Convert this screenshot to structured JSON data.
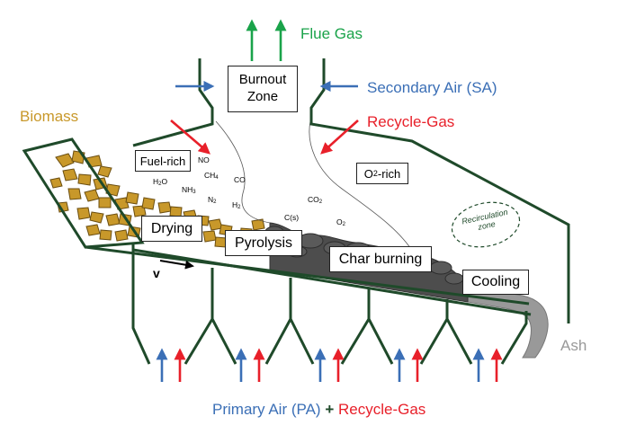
{
  "labels": {
    "flue_gas": "Flue Gas",
    "burnout_zone_line1": "Burnout",
    "burnout_zone_line2": "Zone",
    "secondary_air": "Secondary Air (SA)",
    "recycle_gas_top": "Recycle-Gas",
    "biomass": "Biomass",
    "fuel_rich": "Fuel-rich",
    "o2_rich_prefix": "O",
    "o2_rich_sub": "2",
    "o2_rich_suffix": "-rich",
    "recirculation_line1": "Recirculation",
    "recirculation_line2": "zone",
    "drying": "Drying",
    "pyrolysis": "Pyrolysis",
    "char_burning": "Char burning",
    "cooling": "Cooling",
    "velocity": "v",
    "ash": "Ash",
    "primary_air": "Primary Air (PA)",
    "plus": "+",
    "recycle_gas_bottom": "Recycle-Gas"
  },
  "species": {
    "no": "NO",
    "ch4": "CH",
    "ch4_sub": "4",
    "co": "CO",
    "h2o": "H",
    "h2o_sub": "2",
    "h2o_suffix": "O",
    "nh3": "NH",
    "nh3_sub": "3",
    "n2": "N",
    "n2_sub": "2",
    "h2": "H",
    "h2_sub": "2",
    "co2": "CO",
    "co2_sub": "2",
    "cs": "C(s)",
    "o2": "O",
    "o2_sub": "2"
  },
  "colors": {
    "flue_gas": "#1aa34a",
    "secondary_air": "#3b6fb6",
    "recycle_gas": "#e8202a",
    "biomass": "#c8982a",
    "furnace": "#1f4a2a",
    "char": "#4d4d4d",
    "ash": "#999999",
    "plus": "#1f4a2a"
  },
  "icons": {
    "primary_air_arrow": "blue-arrow-up",
    "recycle_gas_arrow": "red-arrow-up",
    "flue_gas_arrow": "green-arrow-up"
  }
}
